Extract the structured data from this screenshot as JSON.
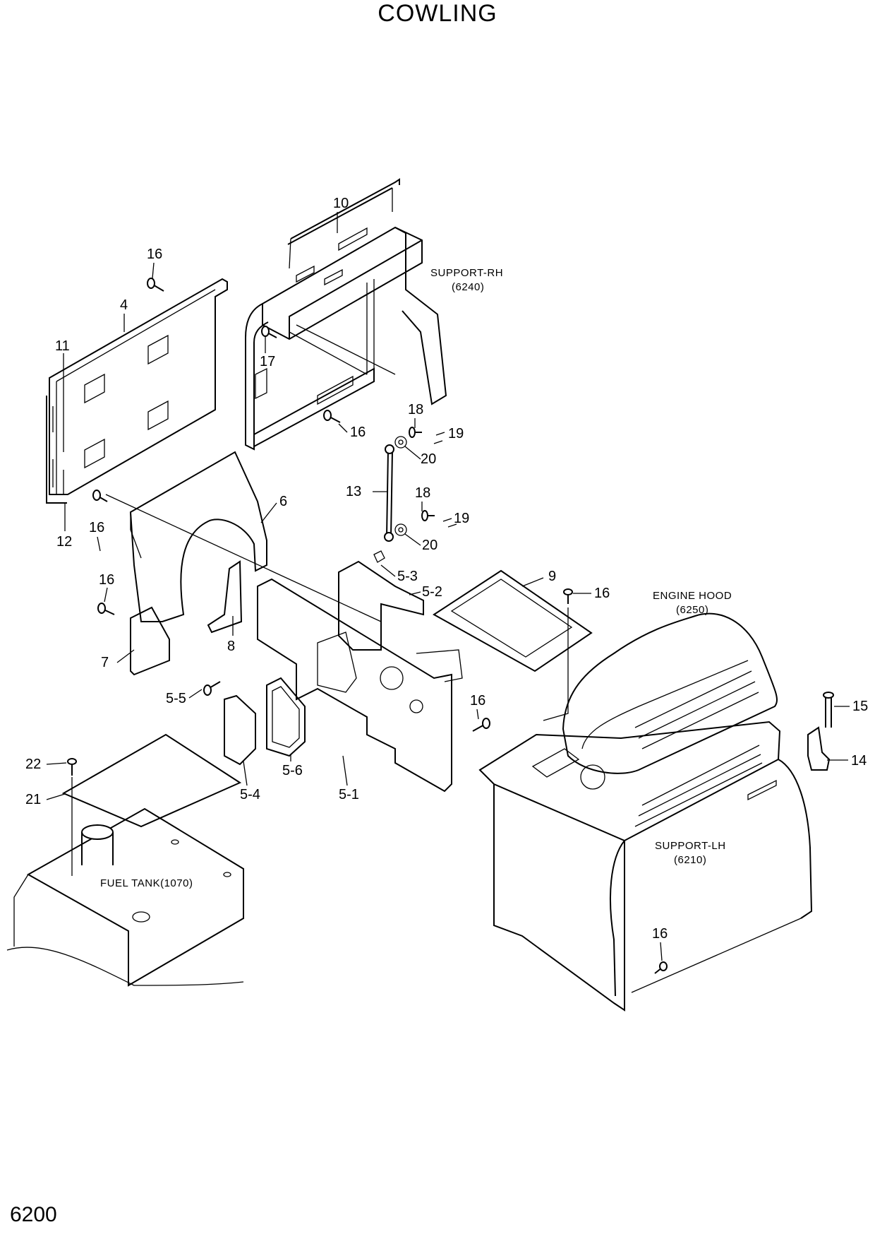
{
  "title": "COWLING",
  "page_number": "6200",
  "references": {
    "support_rh": "SUPPORT-RH",
    "support_rh_code": "(6240)",
    "engine_hood": "ENGINE HOOD",
    "engine_hood_code": "(6250)",
    "support_lh": "SUPPORT-LH",
    "support_lh_code": "(6210)",
    "fuel_tank": "FUEL TANK(1070)"
  },
  "callouts": [
    "10",
    "16",
    "4",
    "11",
    "17",
    "18",
    "19",
    "16",
    "20",
    "13",
    "6",
    "18",
    "19",
    "16",
    "12",
    "20",
    "5-3",
    "5-2",
    "9",
    "16",
    "16",
    "7",
    "8",
    "16",
    "5-5",
    "15",
    "14",
    "22",
    "5-6",
    "21",
    "5-4",
    "5-1",
    "16"
  ]
}
